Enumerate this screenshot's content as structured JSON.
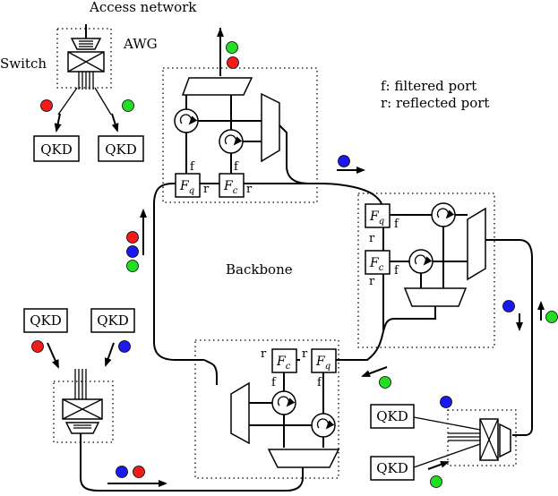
{
  "labels": {
    "access_network": "Access network",
    "awg": "AWG",
    "switch": "Switch",
    "backbone": "Backbone",
    "legend_f": "f: filtered port",
    "legend_r": "r: reflected port"
  },
  "qkd": {
    "top_left": "QKD",
    "top_right": "QKD",
    "left_a": "QKD",
    "left_b": "QKD",
    "right_top": "QKD",
    "right_bottom": "QKD"
  },
  "filters": {
    "top": {
      "fq": "F",
      "fq_sub": "q",
      "fc": "F",
      "fc_sub": "c",
      "f1": "f",
      "r1": "r",
      "f2": "f",
      "r2": "r"
    },
    "right": {
      "fq": "F",
      "fq_sub": "q",
      "fc": "F",
      "fc_sub": "c",
      "f1": "f",
      "r1": "r",
      "f2": "f",
      "r2": "r"
    },
    "bottom": {
      "fc": "F",
      "fc_sub": "c",
      "fq": "F",
      "fq_sub": "q",
      "r1": "r",
      "r2": "r",
      "f1": "f",
      "f2": "f"
    }
  },
  "colors": {
    "red": "#ee1c1c",
    "green": "#22dd22",
    "blue": "#1a1aee"
  }
}
